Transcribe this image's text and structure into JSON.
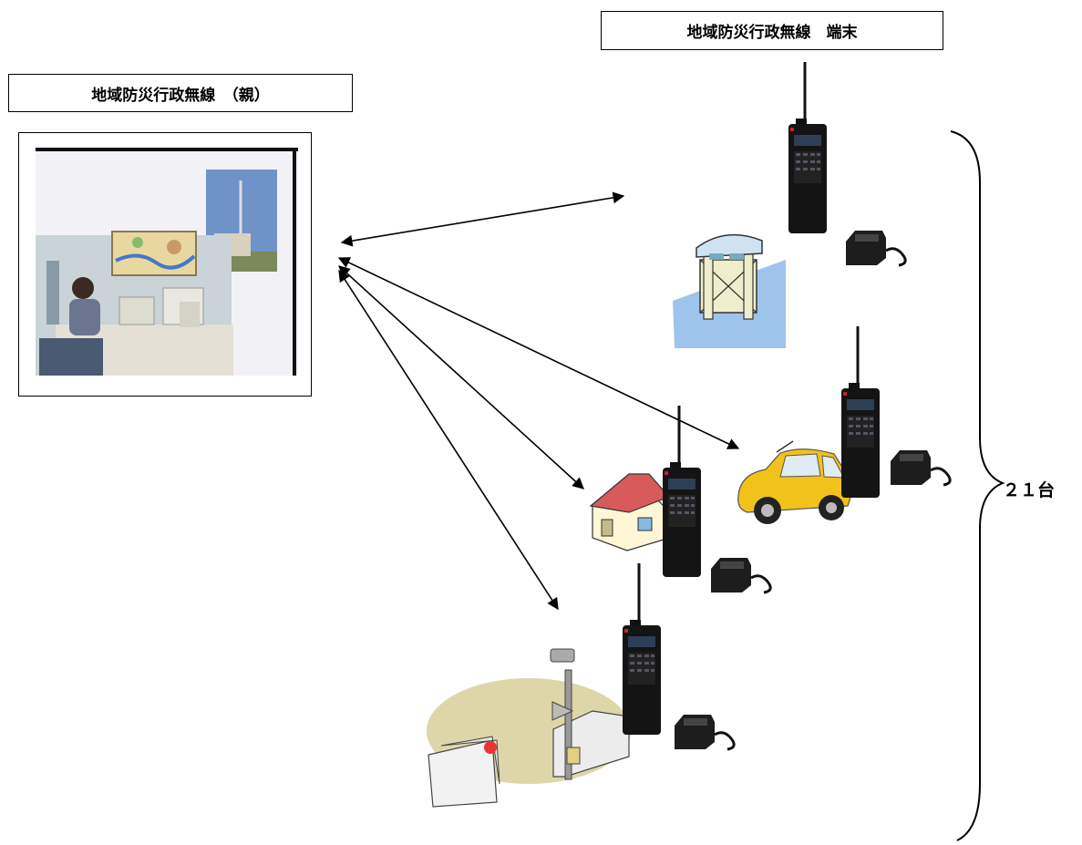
{
  "parent": {
    "label": "地域防災行政無線　（親）"
  },
  "terminal": {
    "label": "地域防災行政無線　端末"
  },
  "count": {
    "label": "２１台"
  },
  "icons": [
    "control-room-photo",
    "radio-handset-icon",
    "charger-icon",
    "floodgate-icon",
    "car-icon",
    "house-icon",
    "siren-station-icon"
  ]
}
